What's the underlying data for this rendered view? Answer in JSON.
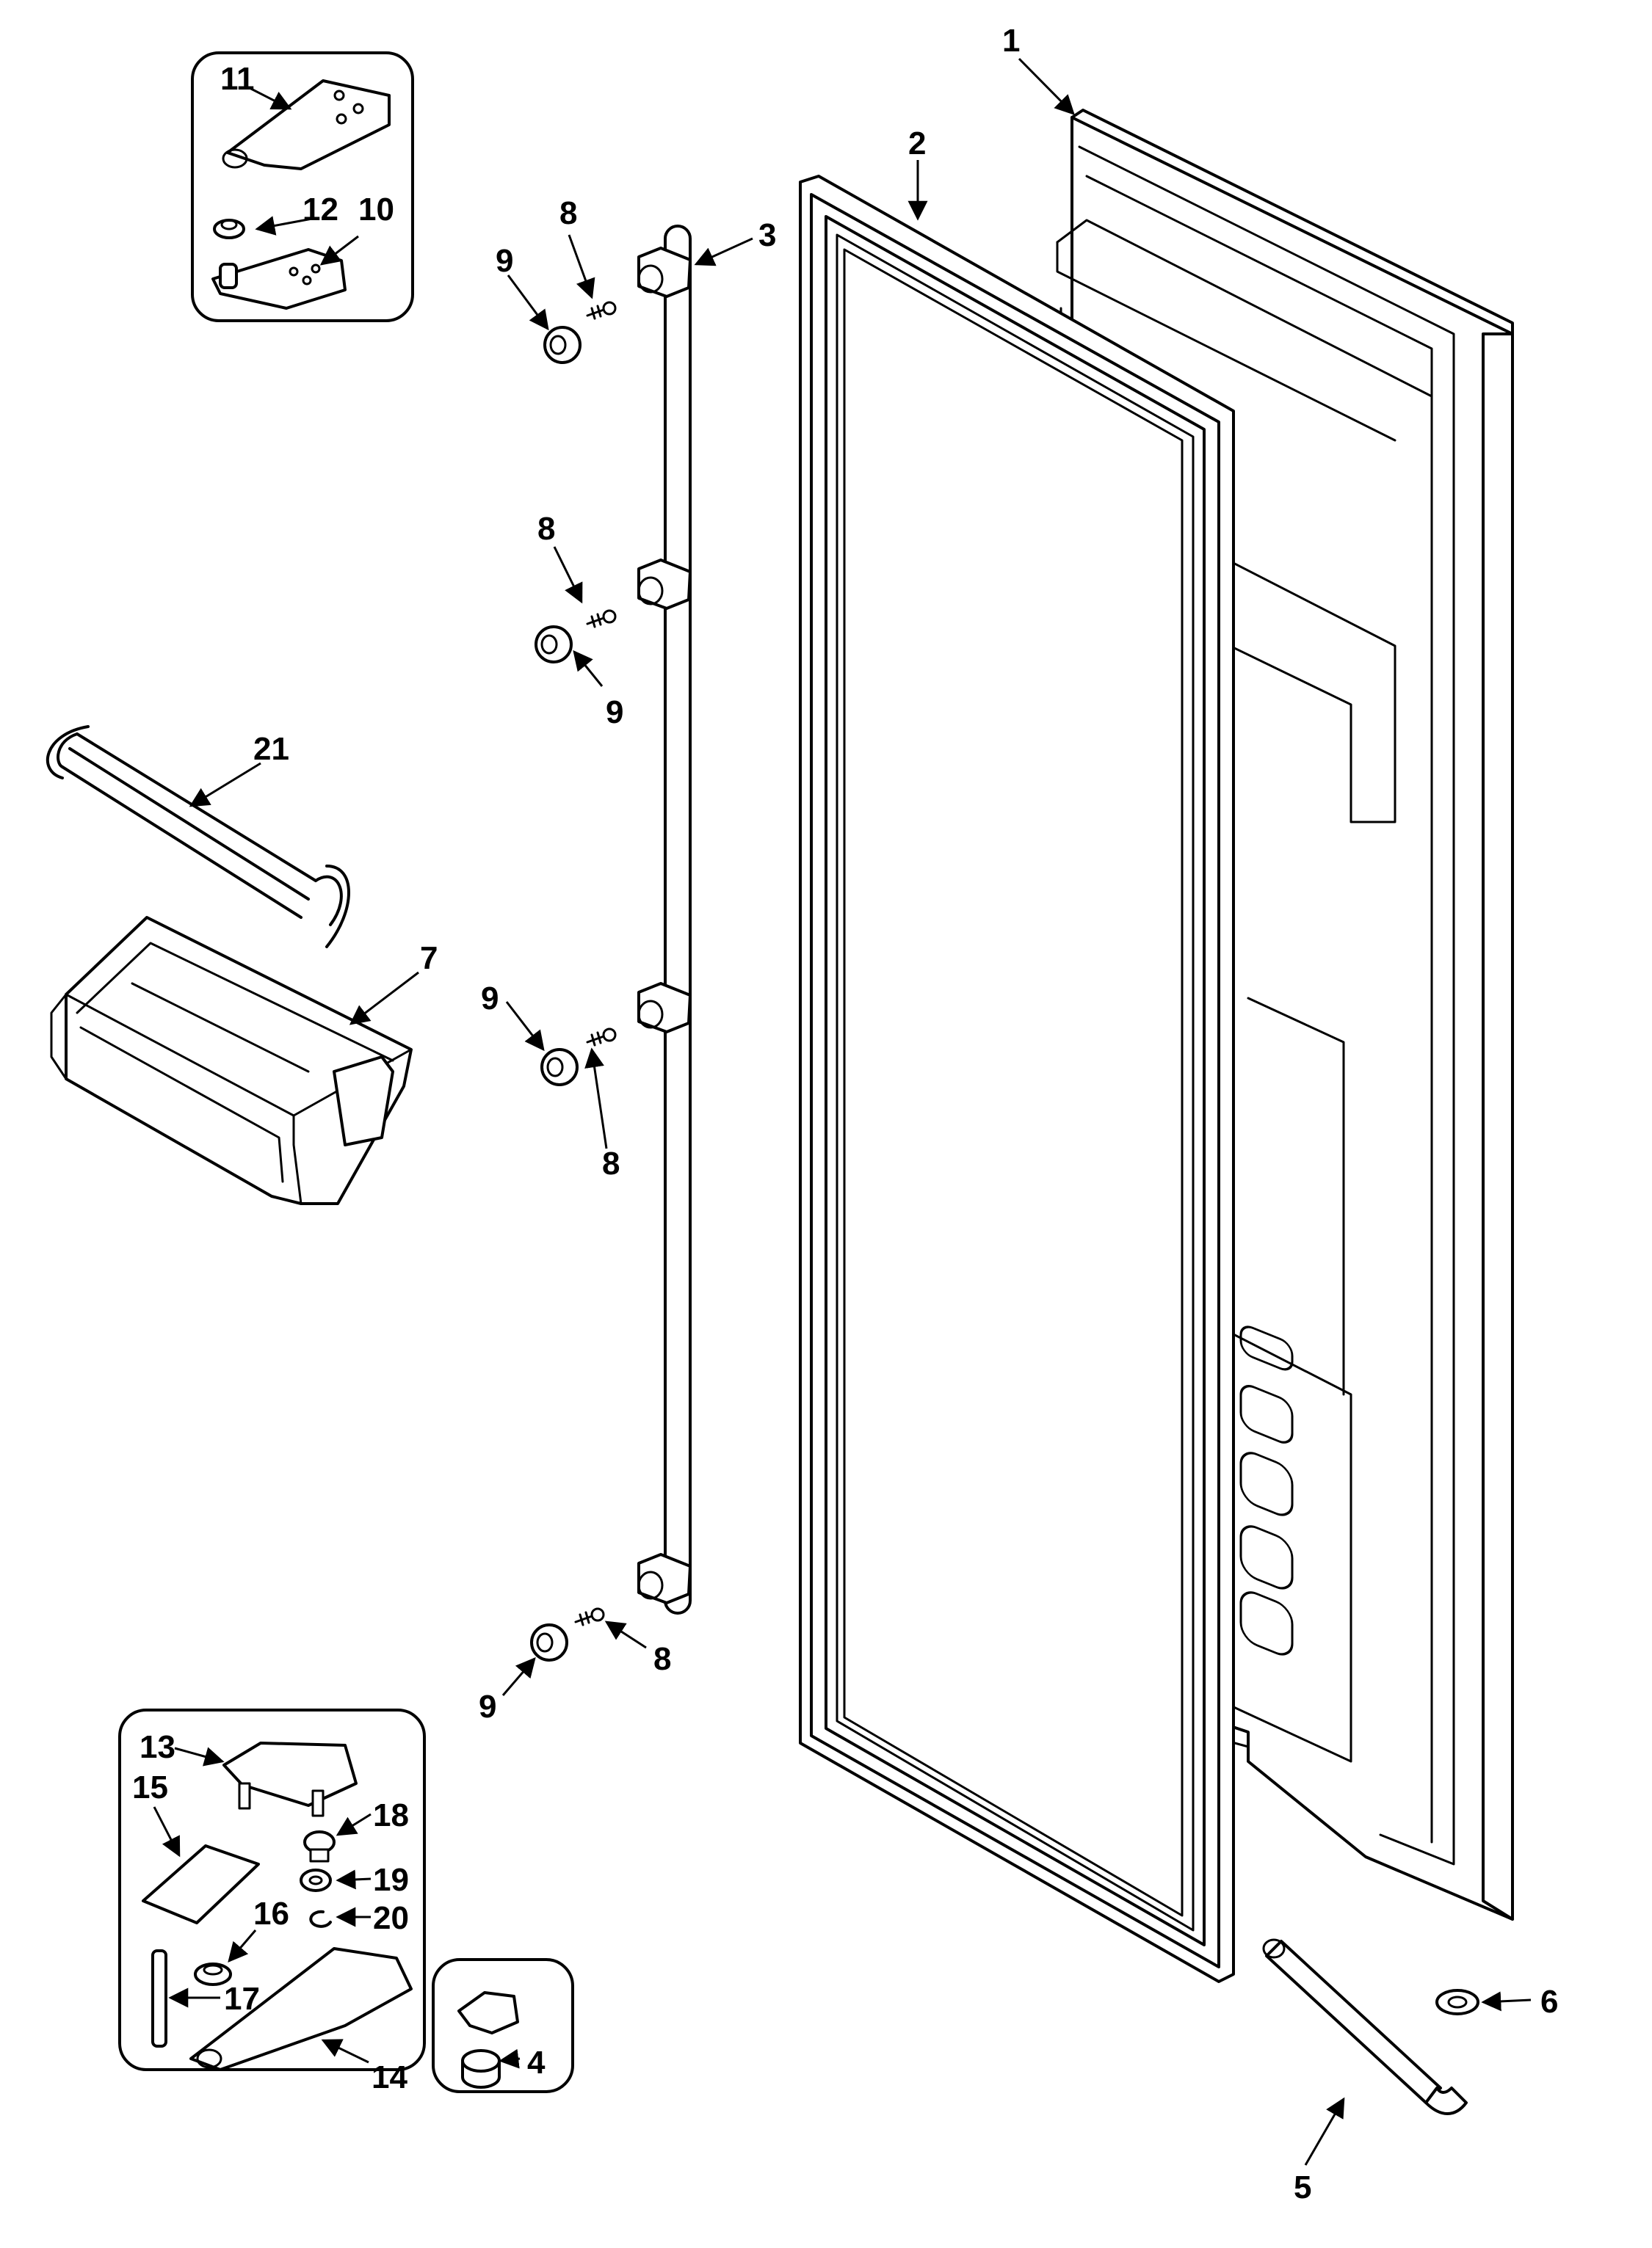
{
  "callouts": {
    "c1": "1",
    "c2": "2",
    "c3": "3",
    "c4": "4",
    "c5": "5",
    "c6": "6",
    "c7": "7",
    "c8a": "8",
    "c8b": "8",
    "c8c": "8",
    "c8d": "8",
    "c9a": "9",
    "c9b": "9",
    "c9c": "9",
    "c9d": "9",
    "c10": "10",
    "c11": "11",
    "c12": "12",
    "c13": "13",
    "c14": "14",
    "c15": "15",
    "c16": "16",
    "c17": "17",
    "c18": "18",
    "c19": "19",
    "c20": "20",
    "c21": "21"
  }
}
